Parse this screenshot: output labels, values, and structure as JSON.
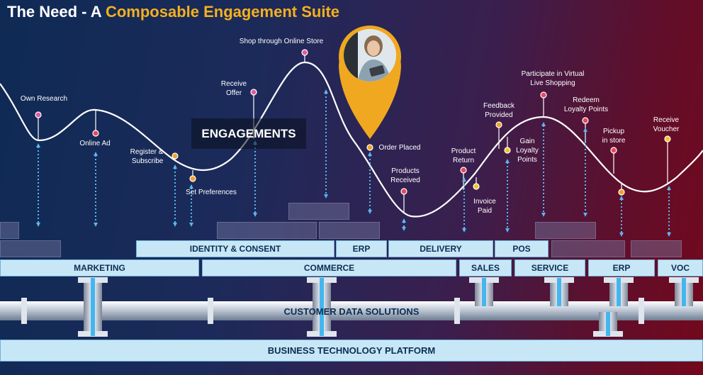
{
  "title": {
    "prefix": "The Need - A ",
    "accent": "Composable Engagement Suite"
  },
  "engagements_label": "ENGAGEMENTS",
  "journey_points": [
    {
      "id": "own-research",
      "text": "Own Research"
    },
    {
      "id": "online-ad",
      "text": "Online Ad"
    },
    {
      "id": "register-subscribe",
      "text": "Register &\nSubscribe"
    },
    {
      "id": "set-preferences",
      "text": "Set Preferences"
    },
    {
      "id": "receive-offer",
      "text": "Receive\nOffer"
    },
    {
      "id": "shop-online-store",
      "text": "Shop through Online Store"
    },
    {
      "id": "order-placed",
      "text": "Order Placed"
    },
    {
      "id": "products-received",
      "text": "Products\nReceived"
    },
    {
      "id": "product-return",
      "text": "Product\nReturn"
    },
    {
      "id": "invoice-paid",
      "text": "Invoice\nPaid"
    },
    {
      "id": "feedback-provided",
      "text": "Feedback\nProvided"
    },
    {
      "id": "gain-loyalty-points",
      "text": "Gain\nLoyalty\nPoints"
    },
    {
      "id": "virtual-live-shopping",
      "text": "Participate in Virtual\nLive Shopping"
    },
    {
      "id": "redeem-loyalty-points",
      "text": "Redeem\nLoyalty Points"
    },
    {
      "id": "pickup-in-store",
      "text": "Pickup\nin store"
    },
    {
      "id": "receive-voucher",
      "text": "Receive\nVoucher"
    }
  ],
  "row2": [
    "IDENTITY & CONSENT",
    "ERP",
    "DELIVERY",
    "POS"
  ],
  "row3": [
    "MARKETING",
    "COMMERCE",
    "SALES",
    "SERVICE",
    "ERP",
    "VOC"
  ],
  "customer_data": "CUSTOMER DATA SOLUTIONS",
  "platform": "BUSINESS TECHNOLOGY PLATFORM",
  "colors": {
    "accent": "#f4b01f",
    "box": "#c7e7f7",
    "box_text": "#0c2d52",
    "pink_dot": "#e05aa0",
    "orange_dot": "#f4a12a",
    "arrow": "#5bb6ef"
  }
}
